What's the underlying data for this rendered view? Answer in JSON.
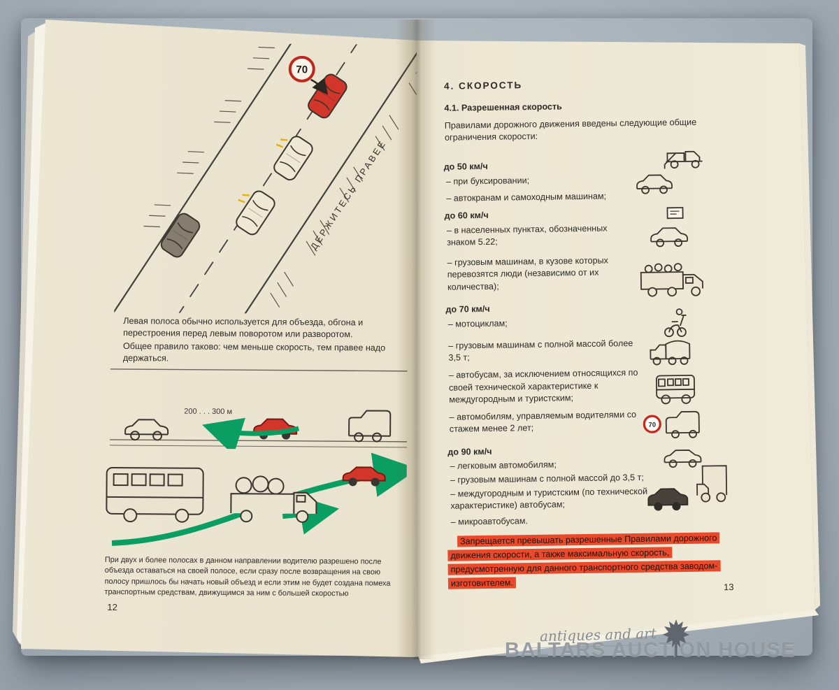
{
  "colors": {
    "background": "#a9b3bb",
    "page": "#ece6d3",
    "warning_highlight": "#e84a2b",
    "car_red": "#d2352a",
    "sign_ring_red": "#c0271b",
    "arrow_green": "#0b9e63"
  },
  "left_page": {
    "page_number": "12",
    "illustration_top": {
      "speed_sign": "70",
      "road_text": "ДЕРЖИТЕСЬ ПРАВЕЕ"
    },
    "illustration_middle": {
      "distance_label": "200 . . . 300 м"
    },
    "para1": "Левая полоса обычно используется для объезда, обгона и перестроения перед левым поворотом или разворотом.",
    "para2": "Общее правило таково: чем меньше скорость, тем правее надо держаться.",
    "para3": "При двух и более полосах в данном направлении водителю разрешено после объезда оставаться на своей полосе, если сразу после возвращения на свою полосу пришлось бы начать новый объезд и если этим не будет создана помеха транспортным средствам, движущимся за ним с большей скоростью"
  },
  "right_page": {
    "page_number": "13",
    "heading": "4. СКОРОСТЬ",
    "subheading": "4.1. Разрешенная скорость",
    "intro": "Правилами дорожного движения введены следующие общие ограничения скорости:",
    "speed_sign_70": "70",
    "sections": [
      {
        "limit": "до 50 км/ч",
        "items": [
          "– при буксировании;",
          "– автокранам и самоходным машинам;"
        ]
      },
      {
        "limit": "до 60 км/ч",
        "items": [
          "– в населенных пунктах, обозначенных знаком 5.22;",
          "– грузовым машинам, в кузове которых перевозятся люди (независимо от их количества);"
        ]
      },
      {
        "limit": "до 70 км/ч",
        "items": [
          "– мотоциклам;",
          "– грузовым машинам с полной массой более 3,5 т;",
          "– автобусам, за исключением относящихся по своей технической характеристике к междугородным и туристским;",
          "– автомобилям, управляемым водителями со стажем менее 2 лет;"
        ]
      },
      {
        "limit": "до 90 км/ч",
        "items": [
          "– легковым автомобилям;",
          "– грузовым машинам с полной массой до 3,5 т;",
          "– междугородным и туристским (по технической характеристике) автобусам;",
          "– микроавтобусам."
        ]
      }
    ],
    "warning": "Запрещается превышать разрешенные Правилами дорожного движения скорости, а также максимальную скорость, предусмотренную для данного транспортного средства заводом-изготовителем."
  },
  "watermark": {
    "script": "antiques and art",
    "brand": "BALTARS AUCTION HOUSE"
  }
}
